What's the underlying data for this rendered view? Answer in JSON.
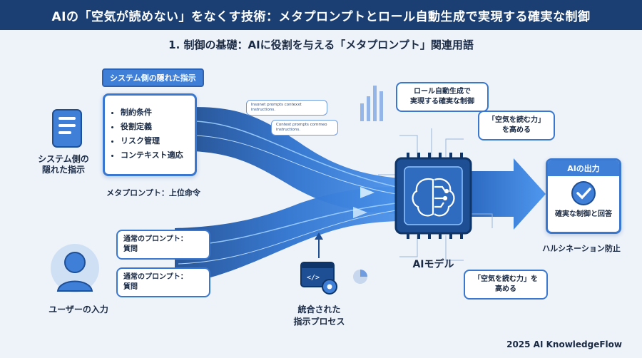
{
  "title": "AIの「空気が読めない」をなくす技術：メタプロンプトとロール自動生成で実現する確実な制御",
  "subtitle": "1. 制御の基礎：AIに役割を与える「メタプロンプト」関連用語",
  "system": {
    "tag": "システム側の隠れた指示",
    "items": [
      "制約条件",
      "役割定義",
      "リスク管理",
      "コンテキスト適応"
    ],
    "icon_label": "システム側の\n隠れた指示",
    "meta_label": "メタプロンプト：上位命令"
  },
  "user": {
    "bubble1": "通常のプロンプト：\n質問",
    "bubble2": "通常のプロンプト：\n質問",
    "label": "ユーザーの入力"
  },
  "flow_texts": {
    "tiny1": "Insonet prompts contexxt instructions.",
    "tiny2": "Contest prompts commeo instructions."
  },
  "integrated": {
    "label": "統合された\n指示プロセス"
  },
  "model": {
    "label": "AIモデル",
    "bubble_top": "ロール自動生成で\n実現する確実な制御",
    "bubble_read": "「空気を読む力」\nを高める",
    "bubble_read2": "「空気を読む力」を\n高める"
  },
  "output": {
    "header": "AIの出力",
    "text": "確実な制御と回答",
    "label": "ハルシネーション防止"
  },
  "footer": "2025 AI KnowledgeFlow",
  "colors": {
    "primary": "#1b3f73",
    "accent": "#3a78d0",
    "light": "#8ec3ff"
  }
}
